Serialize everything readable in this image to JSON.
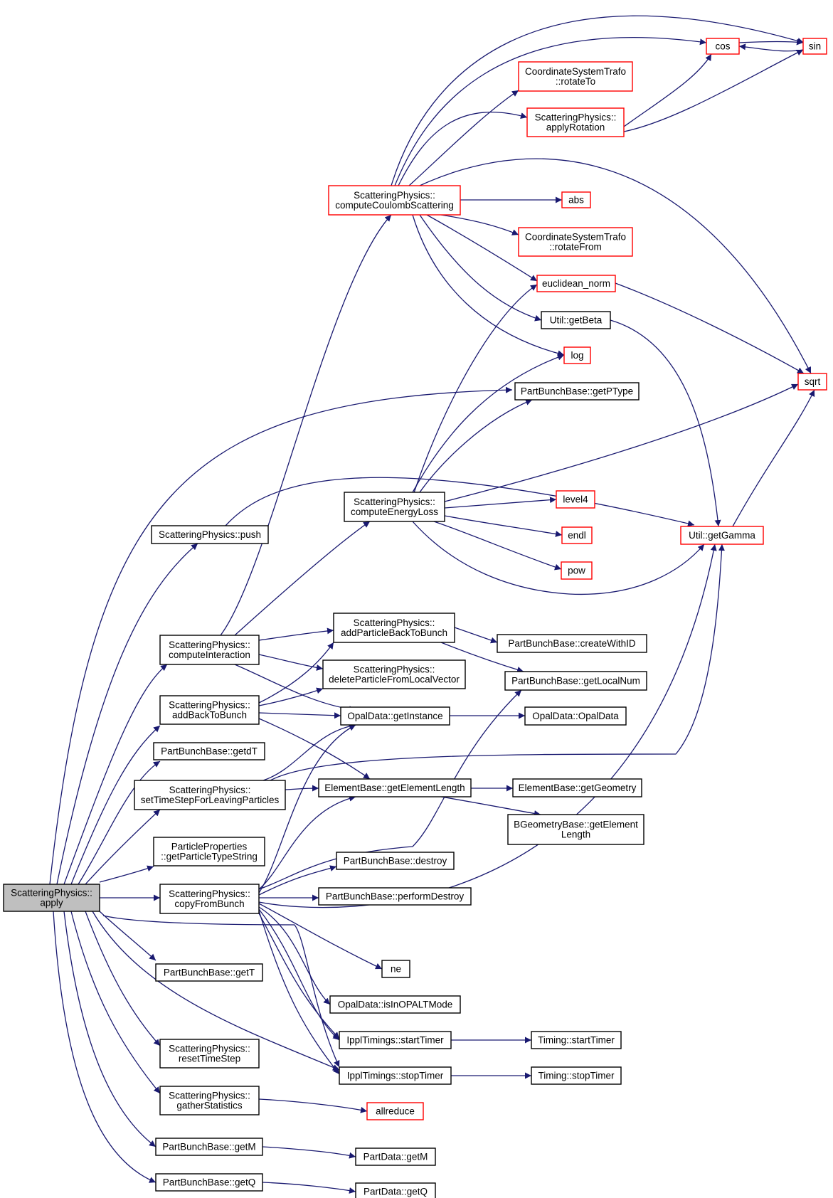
{
  "colors": {
    "edge": "#191970",
    "node_border_default": "#000000",
    "node_border_truncated": "#ff0000",
    "root_fill": "#bfbfbf",
    "node_fill": "#ffffff"
  },
  "nodes": [
    {
      "id": "apply",
      "lines": [
        "ScatteringPhysics::",
        "apply"
      ],
      "style": "root"
    },
    {
      "id": "computeCoulomb",
      "lines": [
        "ScatteringPhysics::",
        "computeCoulombScattering"
      ],
      "style": "truncated"
    },
    {
      "id": "cos",
      "lines": [
        "cos"
      ],
      "style": "truncated"
    },
    {
      "id": "sin",
      "lines": [
        "sin"
      ],
      "style": "truncated"
    },
    {
      "id": "rotateTo",
      "lines": [
        "CoordinateSystemTrafo",
        "::rotateTo"
      ],
      "style": "truncated"
    },
    {
      "id": "applyRotation",
      "lines": [
        "ScatteringPhysics::",
        "applyRotation"
      ],
      "style": "truncated"
    },
    {
      "id": "abs",
      "lines": [
        "abs"
      ],
      "style": "truncated"
    },
    {
      "id": "rotateFrom",
      "lines": [
        "CoordinateSystemTrafo",
        "::rotateFrom"
      ],
      "style": "truncated"
    },
    {
      "id": "euclidean",
      "lines": [
        "euclidean_norm"
      ],
      "style": "truncated"
    },
    {
      "id": "getBeta",
      "lines": [
        "Util::getBeta"
      ],
      "style": "normal"
    },
    {
      "id": "log",
      "lines": [
        "log"
      ],
      "style": "truncated"
    },
    {
      "id": "sqrt",
      "lines": [
        "sqrt"
      ],
      "style": "truncated"
    },
    {
      "id": "getPType",
      "lines": [
        "PartBunchBase::getPType"
      ],
      "style": "normal"
    },
    {
      "id": "computeEnergy",
      "lines": [
        "ScatteringPhysics::",
        "computeEnergyLoss"
      ],
      "style": "normal"
    },
    {
      "id": "level4",
      "lines": [
        "level4"
      ],
      "style": "truncated"
    },
    {
      "id": "endl",
      "lines": [
        "endl"
      ],
      "style": "truncated"
    },
    {
      "id": "pow",
      "lines": [
        "pow"
      ],
      "style": "truncated"
    },
    {
      "id": "getGamma",
      "lines": [
        "Util::getGamma"
      ],
      "style": "truncated"
    },
    {
      "id": "push",
      "lines": [
        "ScatteringPhysics::push"
      ],
      "style": "normal"
    },
    {
      "id": "computeInteraction",
      "lines": [
        "ScatteringPhysics::",
        "computeInteraction"
      ],
      "style": "normal"
    },
    {
      "id": "addParticleBack",
      "lines": [
        "ScatteringPhysics::",
        "addParticleBackToBunch"
      ],
      "style": "normal"
    },
    {
      "id": "createWithID",
      "lines": [
        "PartBunchBase::createWithID"
      ],
      "style": "normal"
    },
    {
      "id": "deleteParticle",
      "lines": [
        "ScatteringPhysics::",
        "deleteParticleFromLocalVector"
      ],
      "style": "normal"
    },
    {
      "id": "getLocalNum",
      "lines": [
        "PartBunchBase::getLocalNum"
      ],
      "style": "normal"
    },
    {
      "id": "addBackToBunch",
      "lines": [
        "ScatteringPhysics::",
        "addBackToBunch"
      ],
      "style": "normal"
    },
    {
      "id": "getInstance",
      "lines": [
        "OpalData::getInstance"
      ],
      "style": "normal"
    },
    {
      "id": "opalData",
      "lines": [
        "OpalData::OpalData"
      ],
      "style": "normal"
    },
    {
      "id": "getdT",
      "lines": [
        "PartBunchBase::getdT"
      ],
      "style": "normal"
    },
    {
      "id": "setTimeStep",
      "lines": [
        "ScatteringPhysics::",
        "setTimeStepForLeavingParticles"
      ],
      "style": "normal"
    },
    {
      "id": "getElementLength",
      "lines": [
        "ElementBase::getElementLength"
      ],
      "style": "normal"
    },
    {
      "id": "getGeometry",
      "lines": [
        "ElementBase::getGeometry"
      ],
      "style": "normal"
    },
    {
      "id": "bGeomLength",
      "lines": [
        "BGeometryBase::getElement",
        "Length"
      ],
      "style": "normal"
    },
    {
      "id": "particleProps",
      "lines": [
        "ParticleProperties",
        "::getParticleTypeString"
      ],
      "style": "normal"
    },
    {
      "id": "destroy",
      "lines": [
        "PartBunchBase::destroy"
      ],
      "style": "normal"
    },
    {
      "id": "copyFromBunch",
      "lines": [
        "ScatteringPhysics::",
        "copyFromBunch"
      ],
      "style": "normal"
    },
    {
      "id": "performDestroy",
      "lines": [
        "PartBunchBase::performDestroy"
      ],
      "style": "normal"
    },
    {
      "id": "getT",
      "lines": [
        "PartBunchBase::getT"
      ],
      "style": "normal"
    },
    {
      "id": "ne",
      "lines": [
        "ne"
      ],
      "style": "normal"
    },
    {
      "id": "isInOPALT",
      "lines": [
        "OpalData::isInOPALTMode"
      ],
      "style": "normal"
    },
    {
      "id": "ipplStart",
      "lines": [
        "IpplTimings::startTimer"
      ],
      "style": "normal"
    },
    {
      "id": "timingStart",
      "lines": [
        "Timing::startTimer"
      ],
      "style": "normal"
    },
    {
      "id": "resetTimeStep",
      "lines": [
        "ScatteringPhysics::",
        "resetTimeStep"
      ],
      "style": "normal"
    },
    {
      "id": "ipplStop",
      "lines": [
        "IpplTimings::stopTimer"
      ],
      "style": "normal"
    },
    {
      "id": "timingStop",
      "lines": [
        "Timing::stopTimer"
      ],
      "style": "normal"
    },
    {
      "id": "gatherStats",
      "lines": [
        "ScatteringPhysics::",
        "gatherStatistics"
      ],
      "style": "normal"
    },
    {
      "id": "allreduce",
      "lines": [
        "allreduce"
      ],
      "style": "truncated"
    },
    {
      "id": "getM",
      "lines": [
        "PartBunchBase::getM"
      ],
      "style": "normal"
    },
    {
      "id": "partDataGetM",
      "lines": [
        "PartData::getM"
      ],
      "style": "normal"
    },
    {
      "id": "getQ",
      "lines": [
        "PartBunchBase::getQ"
      ],
      "style": "normal"
    },
    {
      "id": "partDataGetQ",
      "lines": [
        "PartData::getQ"
      ],
      "style": "normal"
    }
  ]
}
